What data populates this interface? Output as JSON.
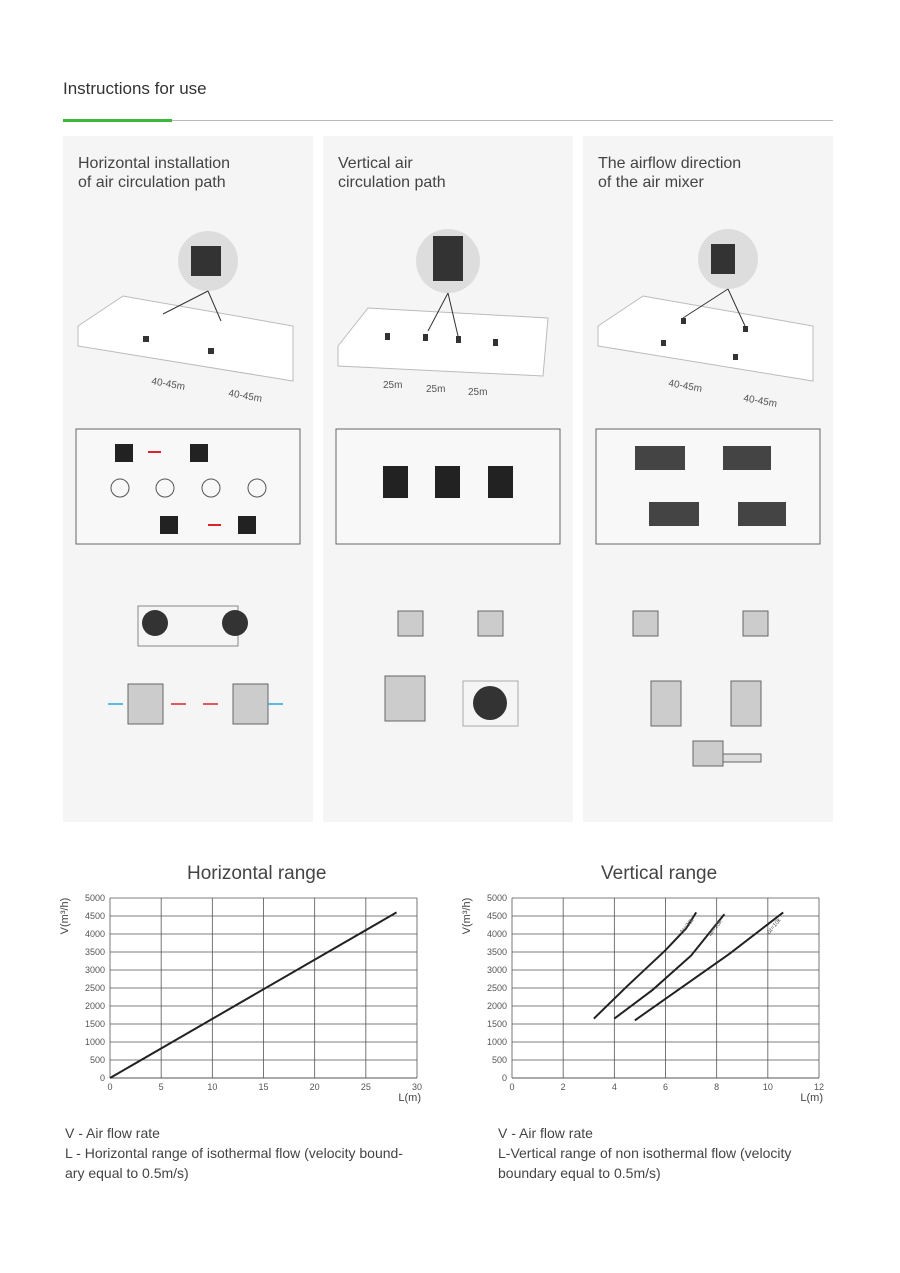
{
  "page_title": "Instructions for use",
  "panels": [
    {
      "title_line1": "Horizontal installation",
      "title_line2": "of air circulation path",
      "dim_labels": [
        "40-45m",
        "40-45m"
      ]
    },
    {
      "title_line1": "Vertical air",
      "title_line2": "circulation path",
      "dim_labels": [
        "25m",
        "25m",
        "25m"
      ]
    },
    {
      "title_line1": "The airflow direction",
      "title_line2": "of the air mixer",
      "dim_labels": [
        "40-45m",
        "40-45m"
      ]
    }
  ],
  "colors": {
    "accent": "#3cb93c",
    "red_arrow": "#d9252a",
    "blue_arrow": "#29a3e0"
  },
  "chart_data": [
    {
      "type": "line",
      "title": "Horizontal range",
      "xlabel": "L(m)",
      "ylabel": "V(m³/h)",
      "xlim": [
        0,
        30
      ],
      "ylim": [
        0,
        5000
      ],
      "xticks": [
        "0",
        "5",
        "10",
        "15",
        "20",
        "25",
        "30"
      ],
      "yticks": [
        "0",
        "500",
        "1000",
        "1500",
        "2000",
        "2500",
        "3000",
        "3500",
        "4000",
        "4500",
        "5000"
      ],
      "grid": true,
      "series": [
        {
          "name": "",
          "x": [
            0,
            28
          ],
          "y": [
            0,
            4600
          ]
        }
      ]
    },
    {
      "type": "line",
      "title": "Vertical range",
      "xlabel": "L(m)",
      "ylabel": "V(m³/h)",
      "xlim": [
        0,
        12
      ],
      "ylim": [
        0,
        5000
      ],
      "xticks": [
        "0",
        "2",
        "4",
        "6",
        "8",
        "10",
        "12"
      ],
      "yticks": [
        "0",
        "500",
        "1000",
        "1500",
        "2000",
        "2500",
        "3000",
        "3500",
        "4000",
        "4500",
        "5000"
      ],
      "grid": true,
      "series": [
        {
          "name": "Δt=30k",
          "x": [
            3.2,
            4.5,
            6,
            6.8,
            7.2
          ],
          "y": [
            1650,
            2550,
            3550,
            4150,
            4600
          ]
        },
        {
          "name": "Δt=20k",
          "x": [
            4,
            5.5,
            7,
            8.3
          ],
          "y": [
            1650,
            2450,
            3400,
            4550
          ]
        },
        {
          "name": "Δt=10k",
          "x": [
            4.8,
            6.5,
            8.5,
            10.6
          ],
          "y": [
            1600,
            2450,
            3450,
            4600
          ]
        }
      ]
    }
  ],
  "legends": [
    {
      "line1": "V - Air flow rate",
      "line2": "L - Horizontal range of isothermal flow (velocity bound-",
      "line3": "ary equal to 0.5m/s)"
    },
    {
      "line1": "V - Air flow rate",
      "line2": "L-Vertical range of non isothermal flow (velocity",
      "line3": "boundary equal to 0.5m/s)"
    }
  ]
}
